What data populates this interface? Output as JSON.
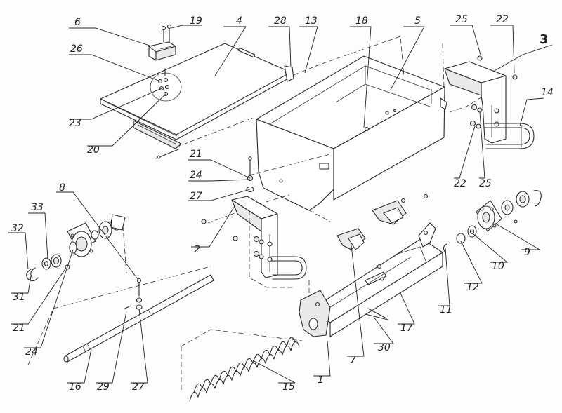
{
  "labels": [
    {
      "id": "l6",
      "text": "6"
    },
    {
      "id": "l19",
      "text": "19"
    },
    {
      "id": "l4",
      "text": "4"
    },
    {
      "id": "l28",
      "text": "28"
    },
    {
      "id": "l13",
      "text": "13"
    },
    {
      "id": "l18",
      "text": "18"
    },
    {
      "id": "l5",
      "text": "5"
    },
    {
      "id": "l25a",
      "text": "25"
    },
    {
      "id": "l22a",
      "text": "22"
    },
    {
      "id": "l3",
      "text": "3"
    },
    {
      "id": "l26",
      "text": "26"
    },
    {
      "id": "l23",
      "text": "23"
    },
    {
      "id": "l20",
      "text": "20"
    },
    {
      "id": "l14",
      "text": "14"
    },
    {
      "id": "l21a",
      "text": "21"
    },
    {
      "id": "l24a",
      "text": "24"
    },
    {
      "id": "l27a",
      "text": "27"
    },
    {
      "id": "l22b",
      "text": "22"
    },
    {
      "id": "l25b",
      "text": "25"
    },
    {
      "id": "l8",
      "text": "8"
    },
    {
      "id": "l33",
      "text": "33"
    },
    {
      "id": "l32",
      "text": "32"
    },
    {
      "id": "l2",
      "text": "2"
    },
    {
      "id": "l9",
      "text": "9"
    },
    {
      "id": "l10",
      "text": "10"
    },
    {
      "id": "l12",
      "text": "12"
    },
    {
      "id": "l11",
      "text": "11"
    },
    {
      "id": "l31",
      "text": "31"
    },
    {
      "id": "l21b",
      "text": "21"
    },
    {
      "id": "l24b",
      "text": "24"
    },
    {
      "id": "l17",
      "text": "17"
    },
    {
      "id": "l16",
      "text": "16"
    },
    {
      "id": "l29",
      "text": "29"
    },
    {
      "id": "l27b",
      "text": "27"
    },
    {
      "id": "l15",
      "text": "15"
    },
    {
      "id": "l1",
      "text": "1"
    },
    {
      "id": "l7",
      "text": "7"
    },
    {
      "id": "l30",
      "text": "30"
    }
  ]
}
